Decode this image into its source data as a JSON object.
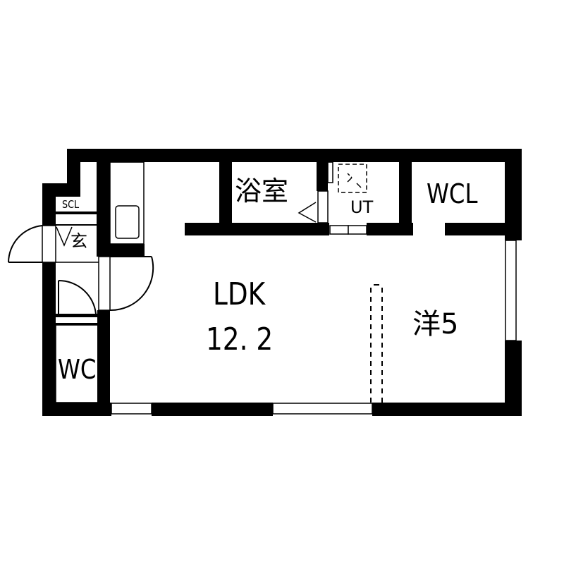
{
  "floorplan": {
    "rooms": {
      "bathroom": {
        "label": "浴室"
      },
      "utility": {
        "label": "UT"
      },
      "walk_in_closet": {
        "label": "WCL"
      },
      "shoe_closet": {
        "label": "SCL"
      },
      "entrance": {
        "label": "玄"
      },
      "ldk": {
        "label": "LDK",
        "area": "12. 2"
      },
      "western_room": {
        "label": "洋5"
      },
      "toilet": {
        "label": "WC"
      }
    },
    "colors": {
      "wall": "#000000",
      "background": "#ffffff",
      "line": "#000000"
    }
  }
}
